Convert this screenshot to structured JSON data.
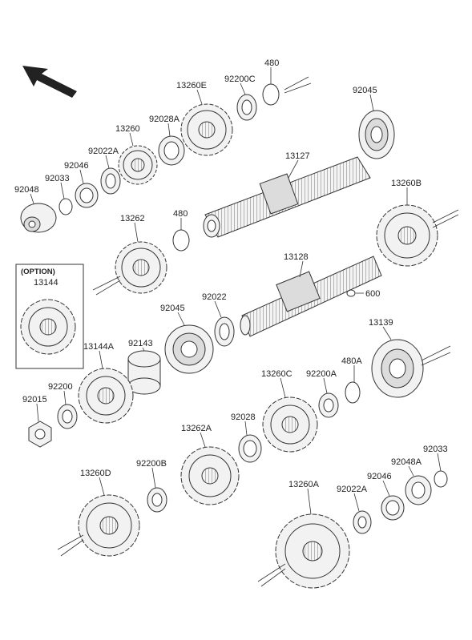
{
  "diagram": {
    "option_box_title": "(OPTION)",
    "labels": {
      "p480_top": "480",
      "p92200C": "92200C",
      "p13260E": "13260E",
      "p92028A": "92028A",
      "p13260": "13260",
      "p92022A_top": "92022A",
      "p92045_top": "92045",
      "p92046_top": "92046",
      "p92033_top": "92033",
      "p92048": "92048",
      "p13127": "13127",
      "p480_mid": "480",
      "p13262": "13262",
      "p13260B": "13260B",
      "p13144": "13144",
      "p13128": "13128",
      "p600": "600",
      "p92045_mid": "92045",
      "p92022": "92022",
      "p92143": "92143",
      "p13144A": "13144A",
      "p13139": "13139",
      "p480A": "480A",
      "p13260C": "13260C",
      "p92200A": "92200A",
      "p92015": "92015",
      "p92200": "92200",
      "p92028": "92028",
      "p13262A": "13262A",
      "p92033_bot": "92033",
      "p92048A": "92048A",
      "p92046_bot": "92046",
      "p92022A_bot": "92022A",
      "p13260A": "13260A",
      "p92200B": "92200B",
      "p13260D": "13260D"
    }
  }
}
